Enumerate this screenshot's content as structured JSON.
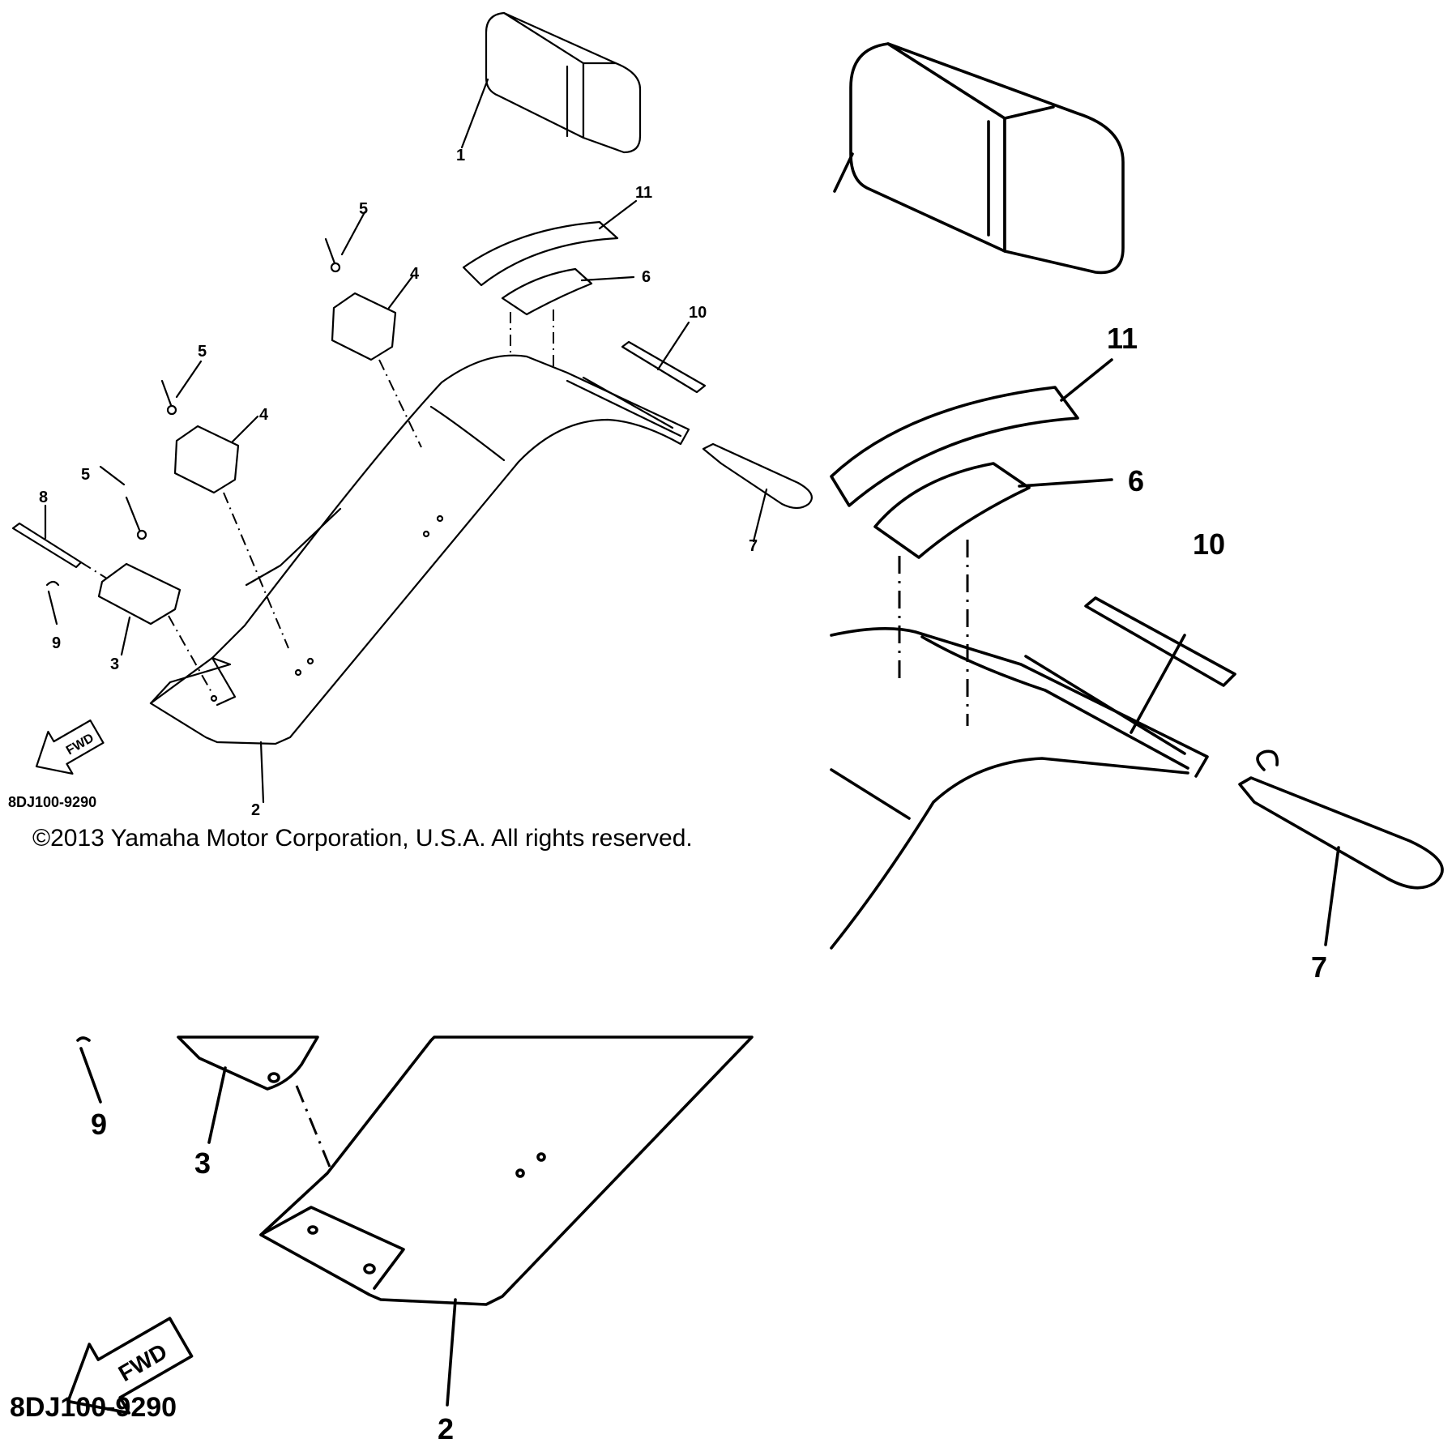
{
  "diagram": {
    "callouts": {
      "c1": "1",
      "c2": "2",
      "c3": "3",
      "c4": "4",
      "c5": "5",
      "c6": "6",
      "c7": "7",
      "c8": "8",
      "c9": "9",
      "c10": "10",
      "c11": "11"
    },
    "direction_arrow": "FWD",
    "part_code": "8DJ100-9290",
    "copyright": "©2013 Yamaha Motor Corporation, U.S.A. All rights reserved."
  }
}
